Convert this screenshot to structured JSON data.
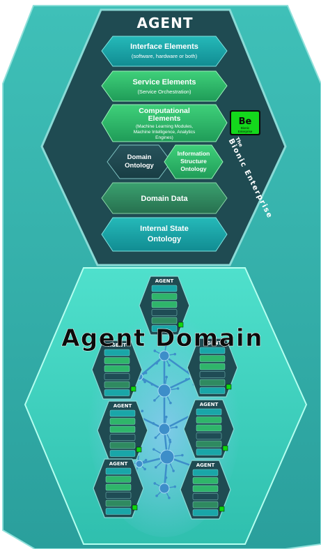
{
  "agent": {
    "title": "AGENT",
    "blocks": {
      "interface": {
        "title": "Interface Elements",
        "sub": "(software, hardware or both)"
      },
      "service": {
        "title": "Service Elements",
        "sub": "(Service Orchestration)"
      },
      "computational": {
        "title_1": "Computational",
        "title_2": "Elements",
        "sub_1": "(Machine Learning Modules,",
        "sub_2": "Machine Intelligence, Analytics",
        "sub_3": "Engines)"
      },
      "domain_ontology": {
        "line_1": "Domain",
        "line_2": "Ontology"
      },
      "info_ontology": {
        "line_1": "Information",
        "line_2": "Structure",
        "line_3": "Ontology"
      },
      "domain_data": {
        "title": "Domain Data"
      },
      "internal_state": {
        "line_1": "Internal State",
        "line_2": "Ontology"
      }
    },
    "badge": {
      "mark": "Be",
      "line_1": "Bionic",
      "line_2": "Enterprise"
    },
    "vertical": {
      "the": "The",
      "text": "Bionic Enterprise"
    }
  },
  "domain": {
    "title": "Agent Domain"
  },
  "mini_agent": {
    "title": "AGENT"
  },
  "colors": {
    "outer_teal": "#3fb8b2",
    "outer_dark": "#1d6b6b",
    "agent_dark": "#1f4b52",
    "domain_bg": "#43d9c4",
    "domain_inner": "#7af0d8",
    "block_cyan": "#19a6a8",
    "block_green": "#2fb56a",
    "block_bright_green": "#34c95e",
    "block_dark": "#1f4c55",
    "badge_green": "#10d610",
    "network": "#3d8ec9"
  }
}
